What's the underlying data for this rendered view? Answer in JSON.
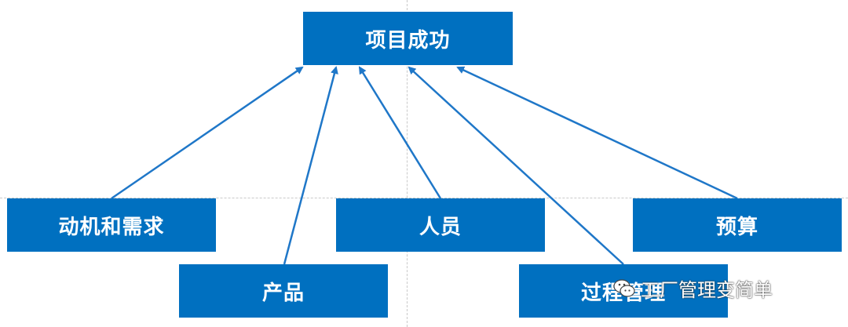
{
  "diagram": {
    "nodes": {
      "top": "项目成功",
      "motivation": "动机和需求",
      "people": "人员",
      "budget": "预算",
      "product": "产品",
      "process": "过程管理"
    },
    "edges": [
      {
        "from": "motivation",
        "to": "top"
      },
      {
        "from": "product",
        "to": "top"
      },
      {
        "from": "people",
        "to": "top"
      },
      {
        "from": "process",
        "to": "top"
      },
      {
        "from": "budget",
        "to": "top"
      }
    ],
    "colors": {
      "box": "#0070c0",
      "arrow": "#1f77c8",
      "text": "#ffffff"
    }
  },
  "watermark": {
    "text": "工厂管理变简单",
    "icon": "wechat-icon"
  }
}
